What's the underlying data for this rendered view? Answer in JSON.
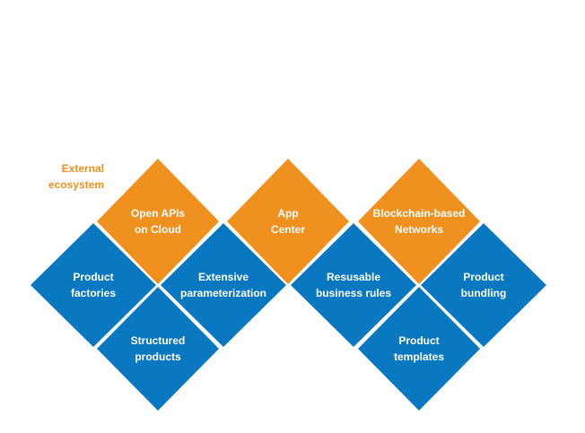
{
  "colors": {
    "orange": "#f0901f",
    "blue": "#0a78c1",
    "background": "#ffffff"
  },
  "external_label": "External\necosystem",
  "tiles": {
    "open_apis": {
      "label": "Open APIs\non Cloud",
      "color": "orange"
    },
    "app_center": {
      "label": "App\nCenter",
      "color": "orange"
    },
    "blockchain": {
      "label": "Blockchain-based\nNetworks",
      "color": "orange"
    },
    "product_factories": {
      "label": "Product\nfactories",
      "color": "blue"
    },
    "extensive_param": {
      "label": "Extensive\nparameterization",
      "color": "blue"
    },
    "reusable_rules": {
      "label": "Resusable\nbusiness rules",
      "color": "blue"
    },
    "product_bundling": {
      "label": "Product\nbundling",
      "color": "blue"
    },
    "structured_products": {
      "label": "Structured\nproducts",
      "color": "blue"
    },
    "product_templates": {
      "label": "Product\ntemplates",
      "color": "blue"
    }
  }
}
